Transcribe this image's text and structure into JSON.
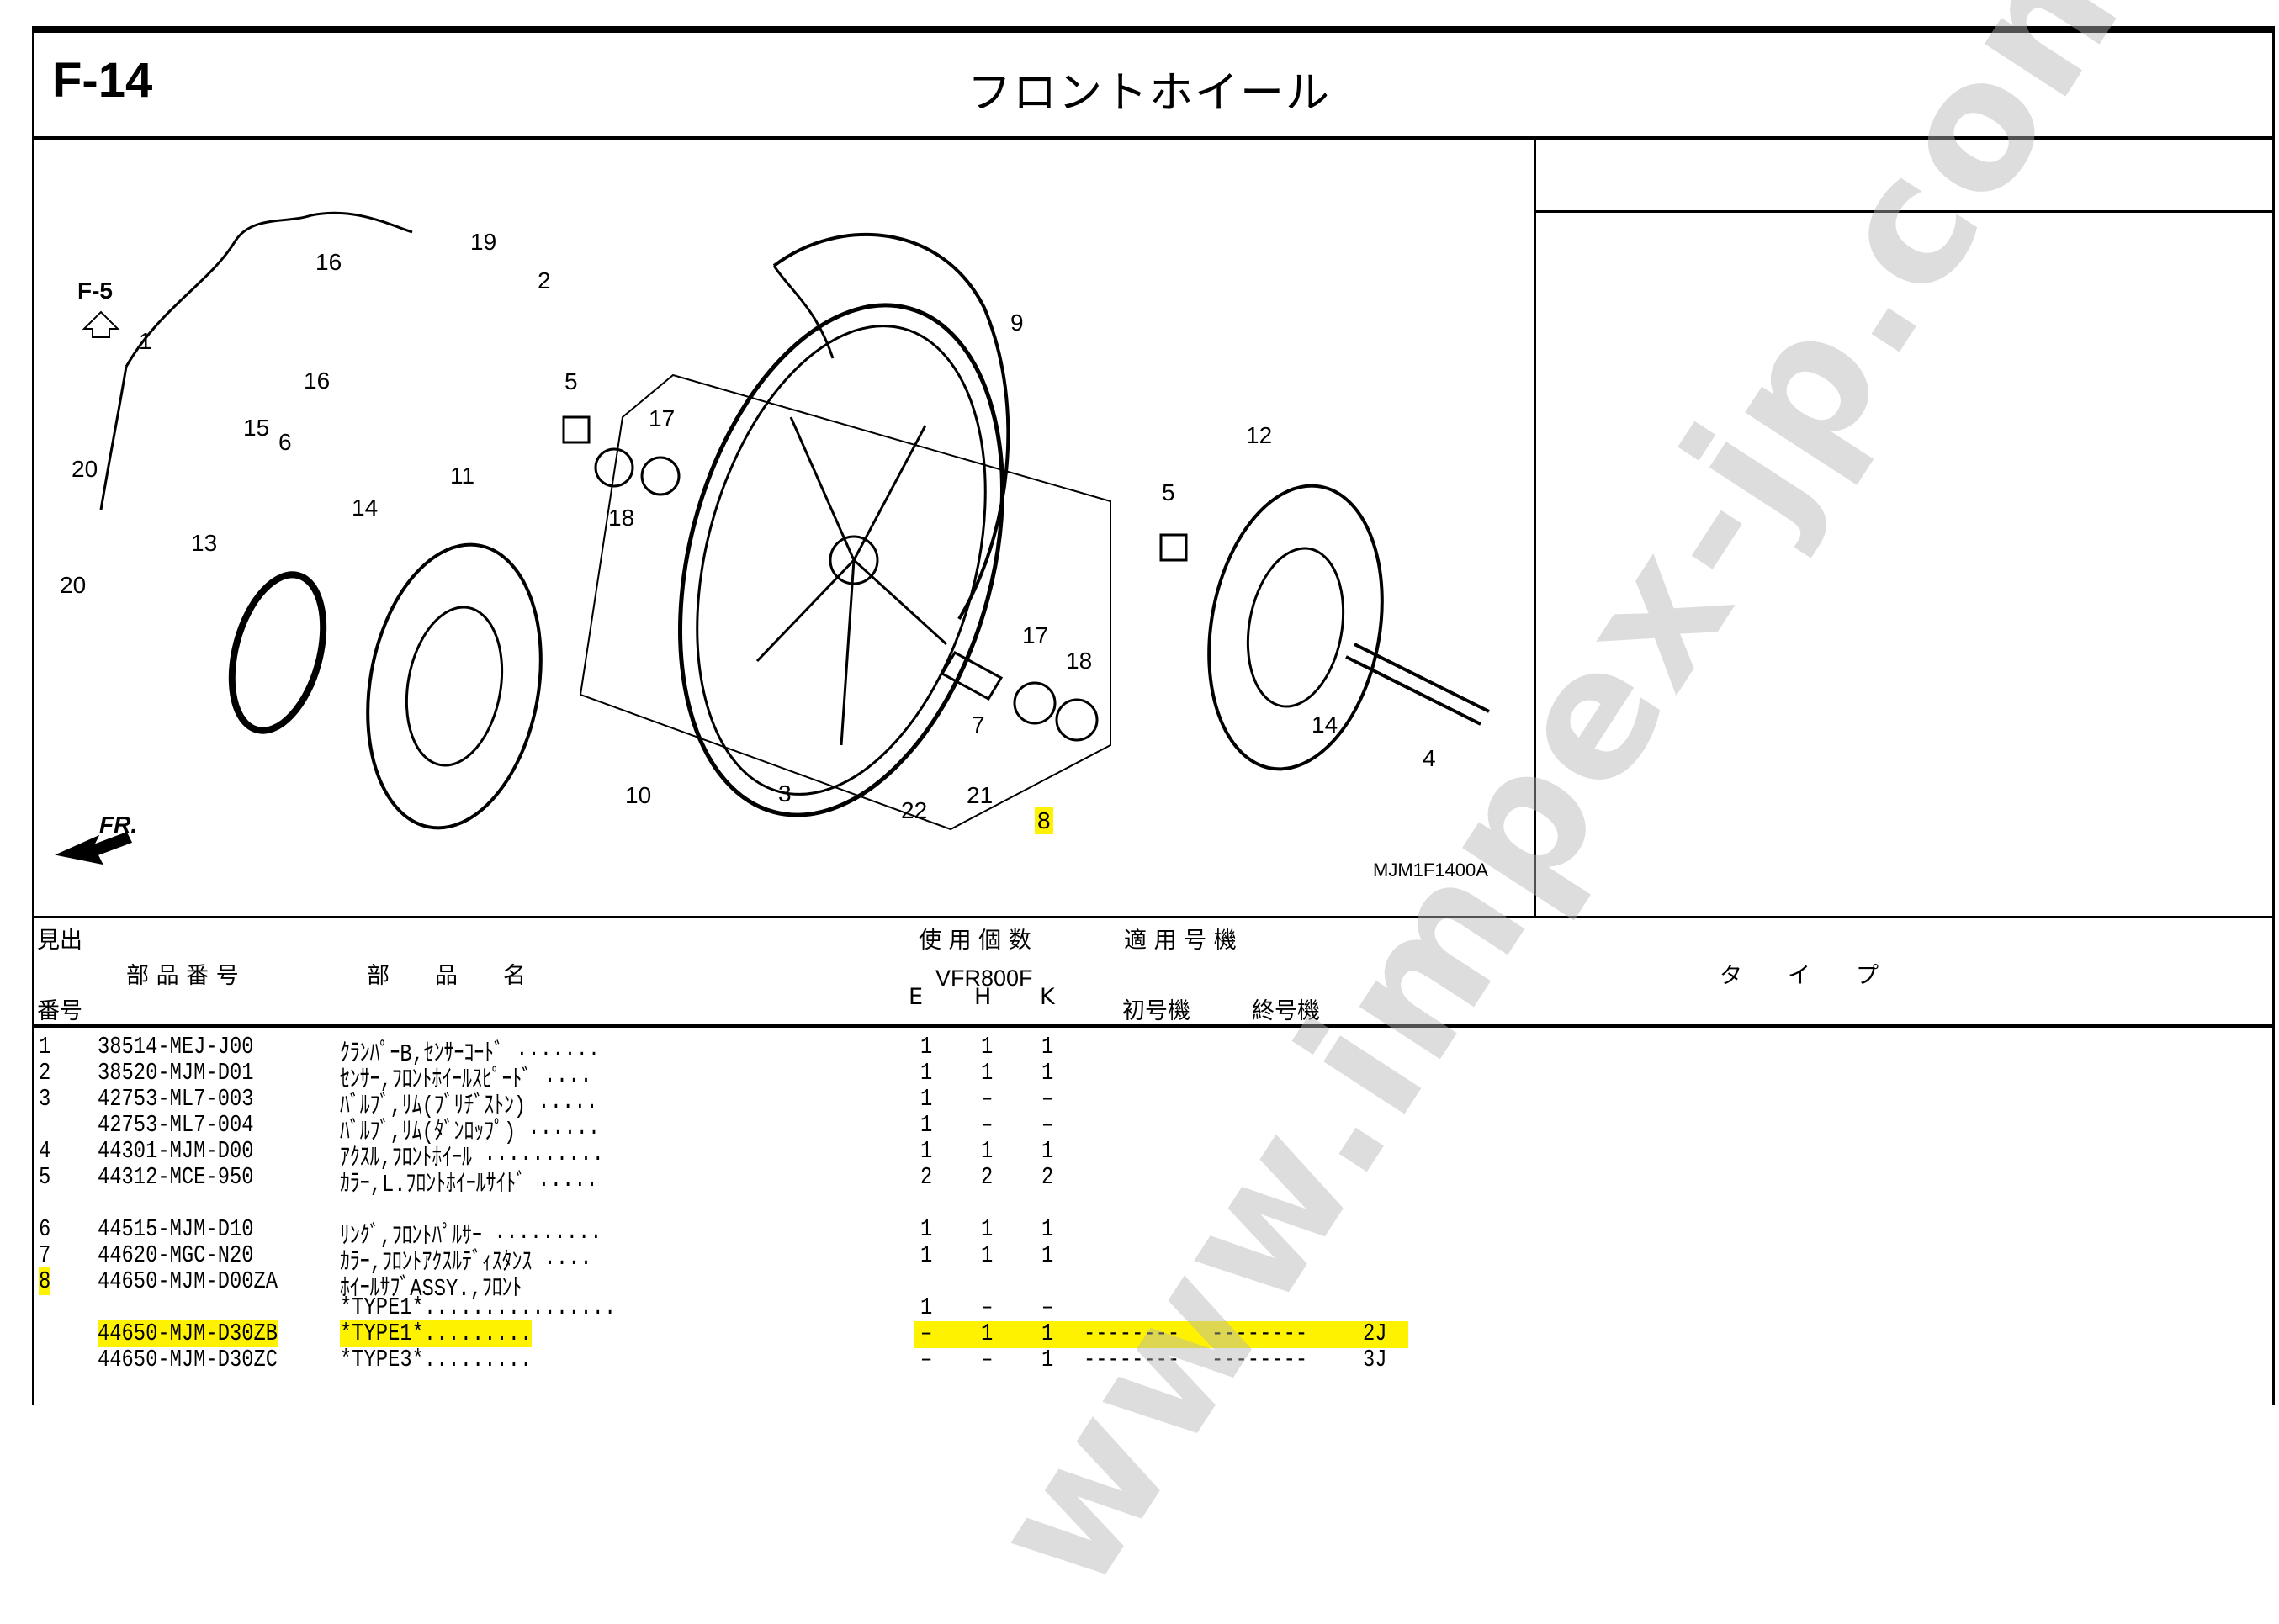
{
  "header": {
    "code": "F-14",
    "title": "フロントホイール"
  },
  "diagram": {
    "drawing_id": "MJM1F1400A",
    "ref_label": "F-5",
    "front_label": "FR.",
    "callouts": [
      "19",
      "16",
      "2",
      "1",
      "16",
      "15",
      "6",
      "20",
      "13",
      "20",
      "14",
      "11",
      "5",
      "17",
      "18",
      "9",
      "12",
      "5",
      "17",
      "18",
      "7",
      "14",
      "4",
      "10",
      "3",
      "22",
      "21",
      "8"
    ]
  },
  "table": {
    "headers": {
      "midashi": "見出",
      "bango": "番号",
      "part_no": "部 品 番 号",
      "part_name": "部　　品　　名",
      "qty": "使 用 個 数",
      "model": "VFR800F",
      "e": "E",
      "h": "H",
      "k": "K",
      "applicable": "適 用 号 機",
      "first": "初号機",
      "last": "終号機",
      "type": "タ　　イ　　プ"
    },
    "rows": [
      {
        "ref": "1",
        "part": "38514-MEJ-J00",
        "name": "ｸﾗﾝﾊﾟｰB,ｾﾝｻｰｺｰﾄﾞ ·······",
        "e": "1",
        "h": "1",
        "k": "1"
      },
      {
        "ref": "2",
        "part": "38520-MJM-D01",
        "name": "ｾﾝｻｰ,ﾌﾛﾝﾄﾎｲｰﾙｽﾋﾟｰﾄﾞ ····",
        "e": "1",
        "h": "1",
        "k": "1"
      },
      {
        "ref": "3",
        "part": "42753-ML7-003",
        "name": "ﾊﾞﾙﾌﾞ,ﾘﾑ(ﾌﾞﾘﾁﾞｽﾄﾝ) ·····",
        "e": "1",
        "h": "–",
        "k": "–"
      },
      {
        "ref": "",
        "part": "42753-ML7-004",
        "name": "ﾊﾞﾙﾌﾞ,ﾘﾑ(ﾀﾞﾝﾛｯﾌﾟ) ······",
        "e": "1",
        "h": "–",
        "k": "–"
      },
      {
        "ref": "4",
        "part": "44301-MJM-D00",
        "name": "ｱｸｽﾙ,ﾌﾛﾝﾄﾎｲｰﾙ ··········",
        "e": "1",
        "h": "1",
        "k": "1"
      },
      {
        "ref": "5",
        "part": "44312-MCE-950",
        "name": "ｶﾗｰ,L.ﾌﾛﾝﾄﾎｲｰﾙｻｲﾄﾞ ·····",
        "e": "2",
        "h": "2",
        "k": "2"
      },
      {
        "ref": "",
        "part": "",
        "name": "",
        "e": "",
        "h": "",
        "k": ""
      },
      {
        "ref": "6",
        "part": "44515-MJM-D10",
        "name": "ﾘﾝｸﾞ,ﾌﾛﾝﾄﾊﾟﾙｻｰ ·········",
        "e": "1",
        "h": "1",
        "k": "1"
      },
      {
        "ref": "7",
        "part": "44620-MGC-N20",
        "name": "ｶﾗｰ,ﾌﾛﾝﾄｱｸｽﾙﾃﾞｨｽﾀﾝｽ ····",
        "e": "1",
        "h": "1",
        "k": "1"
      },
      {
        "ref": "8",
        "part": "44650-MJM-D00ZA",
        "name": "ﾎｲｰﾙｻﾌﾞASSY.,ﾌﾛﾝﾄ",
        "e": "",
        "h": "",
        "k": "",
        "hl_ref": true
      },
      {
        "ref": "",
        "part": "",
        "name": " *TYPE1*................",
        "e": "1",
        "h": "–",
        "k": "–"
      },
      {
        "ref": "",
        "part": "44650-MJM-D30ZB",
        "name": " *TYPE1*.........",
        "e": "–",
        "h": "1",
        "k": "1",
        "first": "--------",
        "last": "--------",
        "type": "2J",
        "hl": true
      },
      {
        "ref": "",
        "part": "44650-MJM-D30ZC",
        "name": " *TYPE3*.........",
        "e": "–",
        "h": "–",
        "k": "1",
        "first": "--------",
        "last": "--------",
        "type": "3J"
      }
    ]
  },
  "watermark": "www.impex-jp.com",
  "colors": {
    "highlight": "#fff200"
  }
}
